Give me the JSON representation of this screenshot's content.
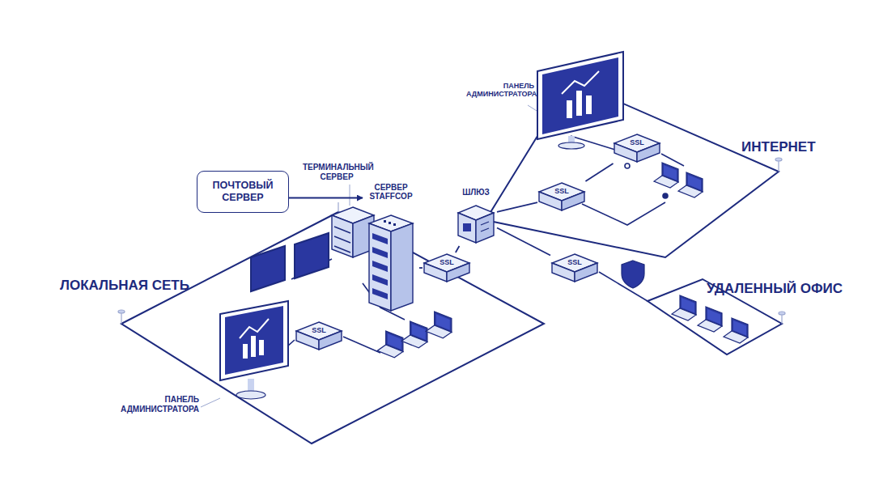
{
  "diagram": {
    "nodes": [
      {
        "text": [
          "ПОЧТОВЫЙ СЕРВЕР"
        ]
      },
      {
        "text": [
          "СЕРВЕР STAFFCOP"
        ]
      },
      {
        "text": [
          "ШЛЮЗ"
        ]
      },
      {
        "text": [
          "SSL"
        ]
      },
      {
        "text": [
          "SSL"
        ]
      },
      {
        "text": [
          "SSL"
        ]
      },
      {
        "text": [
          "SSL"
        ]
      },
      {
        "text": [
          "SSL"
        ]
      }
    ],
    "edges": [
      {
        "from": 0,
        "to": 1,
        "arrow": "to"
      },
      {
        "from": 1,
        "to": 3,
        "arrow": "none"
      },
      {
        "from": 3,
        "to": 2,
        "arrow": "none"
      },
      {
        "from": 2,
        "to": 6,
        "arrow": "none"
      },
      {
        "from": 6,
        "to": 5,
        "arrow": "none"
      },
      {
        "from": 2,
        "to": 7,
        "arrow": "none"
      }
    ],
    "labels": [
      "ТЕРМИНАЛЬНЫЙ СЕРВЕР",
      "ПАНЕЛЬ АДМИНИСТРАТОРА",
      "ИНТЕРНЕТ",
      "ЛОКАЛЬНАЯ СЕТЬ",
      "УДАЛЕННЫЙ ОФИС",
      "ПАНЕЛЬ АДМИНИСТРАТОРА"
    ]
  }
}
